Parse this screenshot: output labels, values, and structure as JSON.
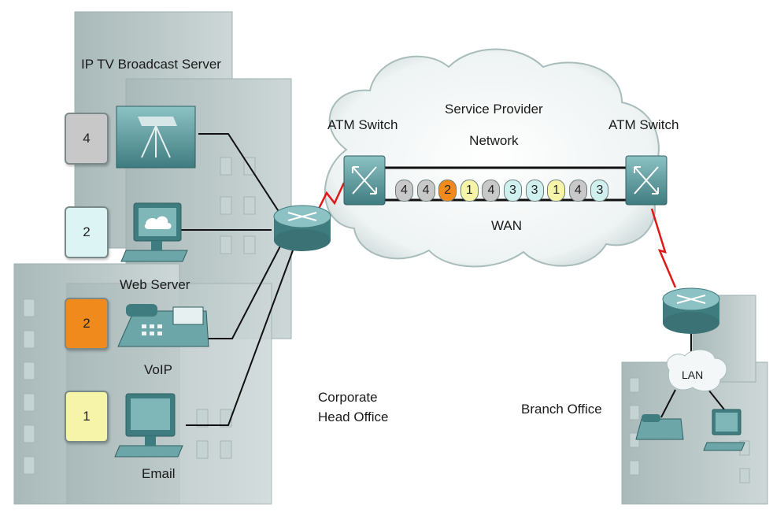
{
  "labels": {
    "iptv_server": "IP TV Broadcast Server",
    "web_server": "Web Server",
    "voip": "VoIP",
    "email": "Email",
    "corporate": "Corporate\nHead Office",
    "atm_left": "ATM Switch",
    "atm_right": "ATM Switch",
    "cloud_title": "Service Provider\nNetwork",
    "wan": "WAN",
    "branch": "Branch Office",
    "lan": "LAN"
  },
  "priorities": {
    "iptv": {
      "value": "4",
      "color": "#c8c8c8"
    },
    "web": {
      "value": "2",
      "color": "#dcf4f4"
    },
    "voip": {
      "value": "2",
      "color": "#f08a1c"
    },
    "email": {
      "value": "1",
      "color": "#f6f4a8"
    }
  },
  "packets": [
    {
      "value": "4",
      "color": "#c8c8c8"
    },
    {
      "value": "4",
      "color": "#c8c8c8"
    },
    {
      "value": "2",
      "color": "#f08a1c"
    },
    {
      "value": "1",
      "color": "#f6f4a8"
    },
    {
      "value": "4",
      "color": "#c8c8c8"
    },
    {
      "value": "3",
      "color": "#d0f0f0"
    },
    {
      "value": "3",
      "color": "#d0f0f0"
    },
    {
      "value": "1",
      "color": "#f6f4a8"
    },
    {
      "value": "4",
      "color": "#c8c8c8"
    },
    {
      "value": "3",
      "color": "#d0f0f0"
    }
  ],
  "colors": {
    "device": "#4f8d91",
    "device_light": "#7fb6b8",
    "building": "#b9c7c7",
    "serial_link": "#e01818"
  }
}
